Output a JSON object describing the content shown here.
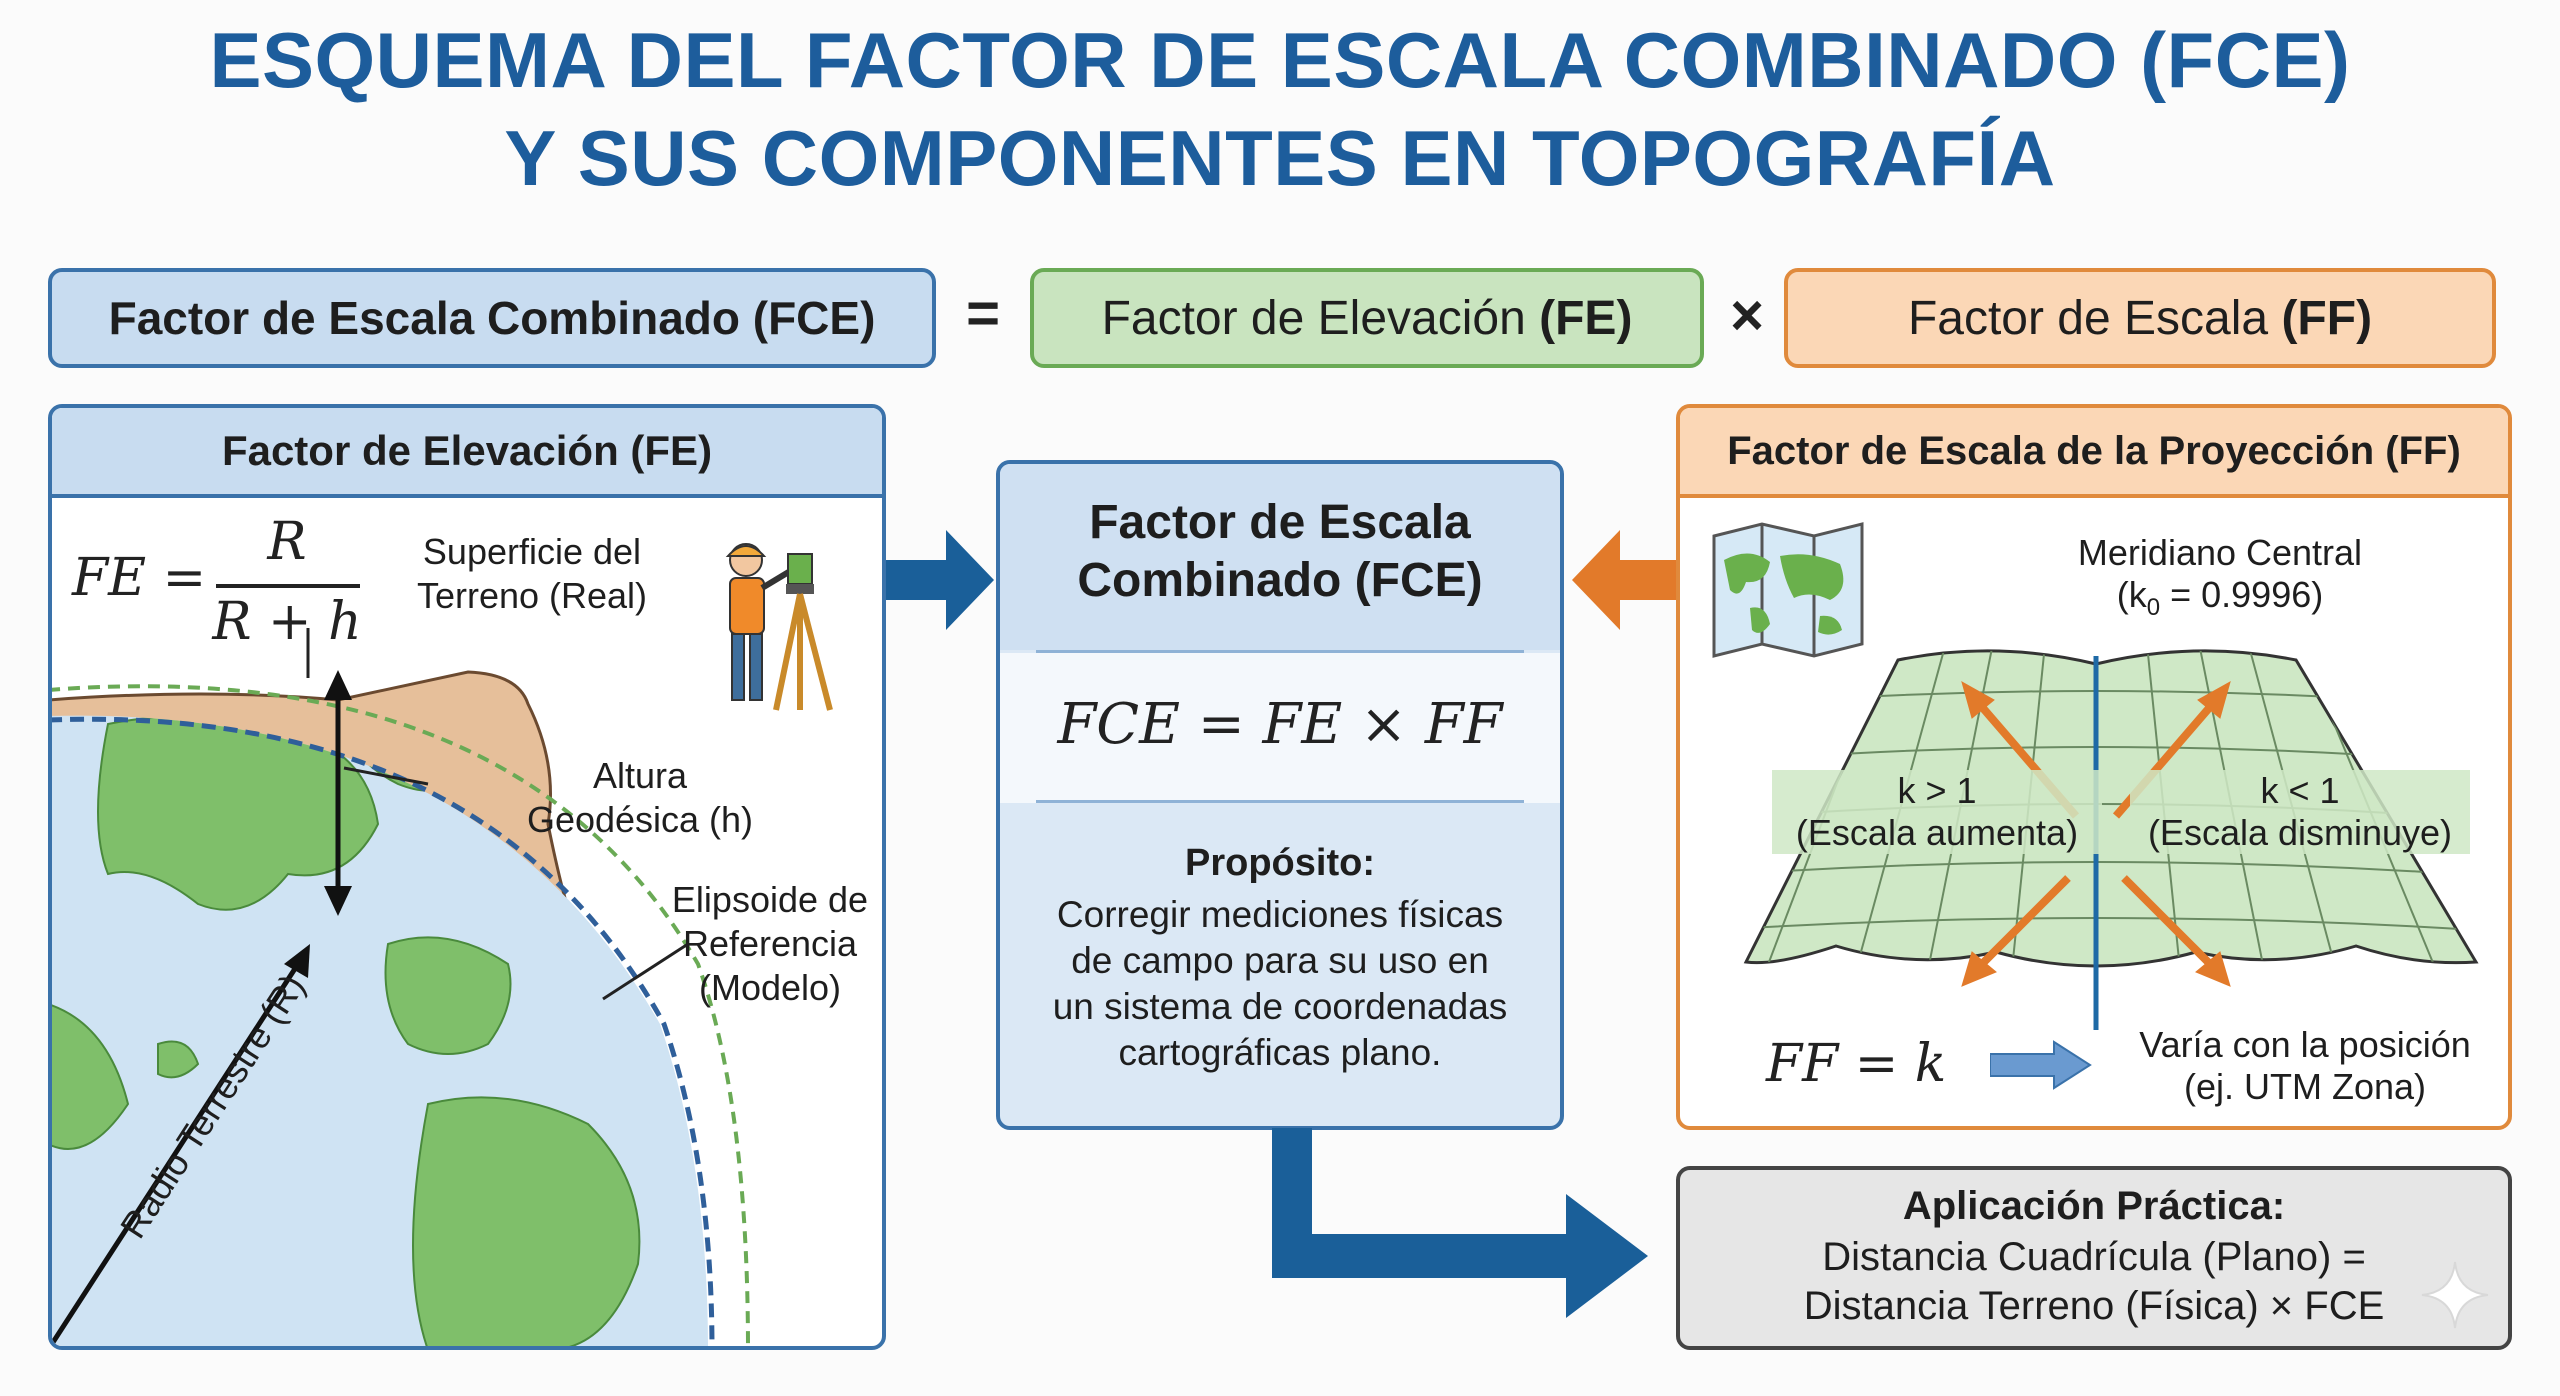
{
  "title": {
    "line1": "ESQUEMA DEL FACTOR DE ESCALA COMBINADO (FCE)",
    "line2": "Y SUS COMPONENTES EN TOPOGRAFÍA"
  },
  "equation_bar": {
    "fce_label": "Factor de Escala Combinado (FCE)",
    "equals": "=",
    "fe_label_text": "Factor de Elevación ",
    "fe_label_abbr": "(FE)",
    "times": "×",
    "ff_label_text": "Factor de Escala ",
    "ff_label_abbr": "(FF)"
  },
  "fe_panel": {
    "header": "Factor de Elevación (FE)",
    "formula_lhs": "FE =",
    "formula_num": "R",
    "formula_den": "R + h",
    "terrain_label": [
      "Superficie del",
      "Terreno (Real)"
    ],
    "height_label": [
      "Altura",
      "Geodésica (h)"
    ],
    "ellipsoid_label": [
      "Elipsoide de",
      "Referencia",
      "(Modelo)"
    ],
    "radius_label": "Radio Terrestre (R)"
  },
  "center_panel": {
    "header": [
      "Factor de Escala",
      "Combinado (FCE)"
    ],
    "formula": "FCE = FE × FF",
    "purpose_title": "Propósito:",
    "purpose_text": [
      "Corregir mediciones físicas",
      "de campo para su uso en",
      "un sistema de coordenadas",
      "cartográficas plano."
    ]
  },
  "ff_panel": {
    "header": "Factor de Escala de la Proyección (FF)",
    "meridian_label": "Meridiano Central",
    "k0_open": "(k",
    "k0_sub": "0",
    "k0_rest": " = 0.9996)",
    "left_k": "k > 1",
    "left_desc": "(Escala aumenta)",
    "right_k": "k < 1",
    "right_desc": "(Escala disminuye)",
    "formula": "FF = k",
    "varies_label": [
      "Varía con la posición",
      "(ej. UTM Zona)"
    ]
  },
  "application": {
    "title": "Aplicación Práctica:",
    "line1": "Distancia Cuadrícula (Plano) =",
    "line2": "Distancia Terreno (Física) × FCE"
  },
  "icons": [
    "surveyor-icon",
    "map-icon",
    "sparkle-icon"
  ],
  "colors": {
    "title_blue": "#1d5d9c",
    "blue_fill": "#c8dcf0",
    "blue_border": "#3a72aa",
    "green_fill": "#c9e4bf",
    "green_border": "#6aaa55",
    "orange_fill": "#fbd7b6",
    "orange_border": "#e08a3c",
    "gray_fill": "#e6e6e6",
    "gray_border": "#444444",
    "arrow_blue": "#1a5f99",
    "arrow_orange": "#e27a2a"
  }
}
